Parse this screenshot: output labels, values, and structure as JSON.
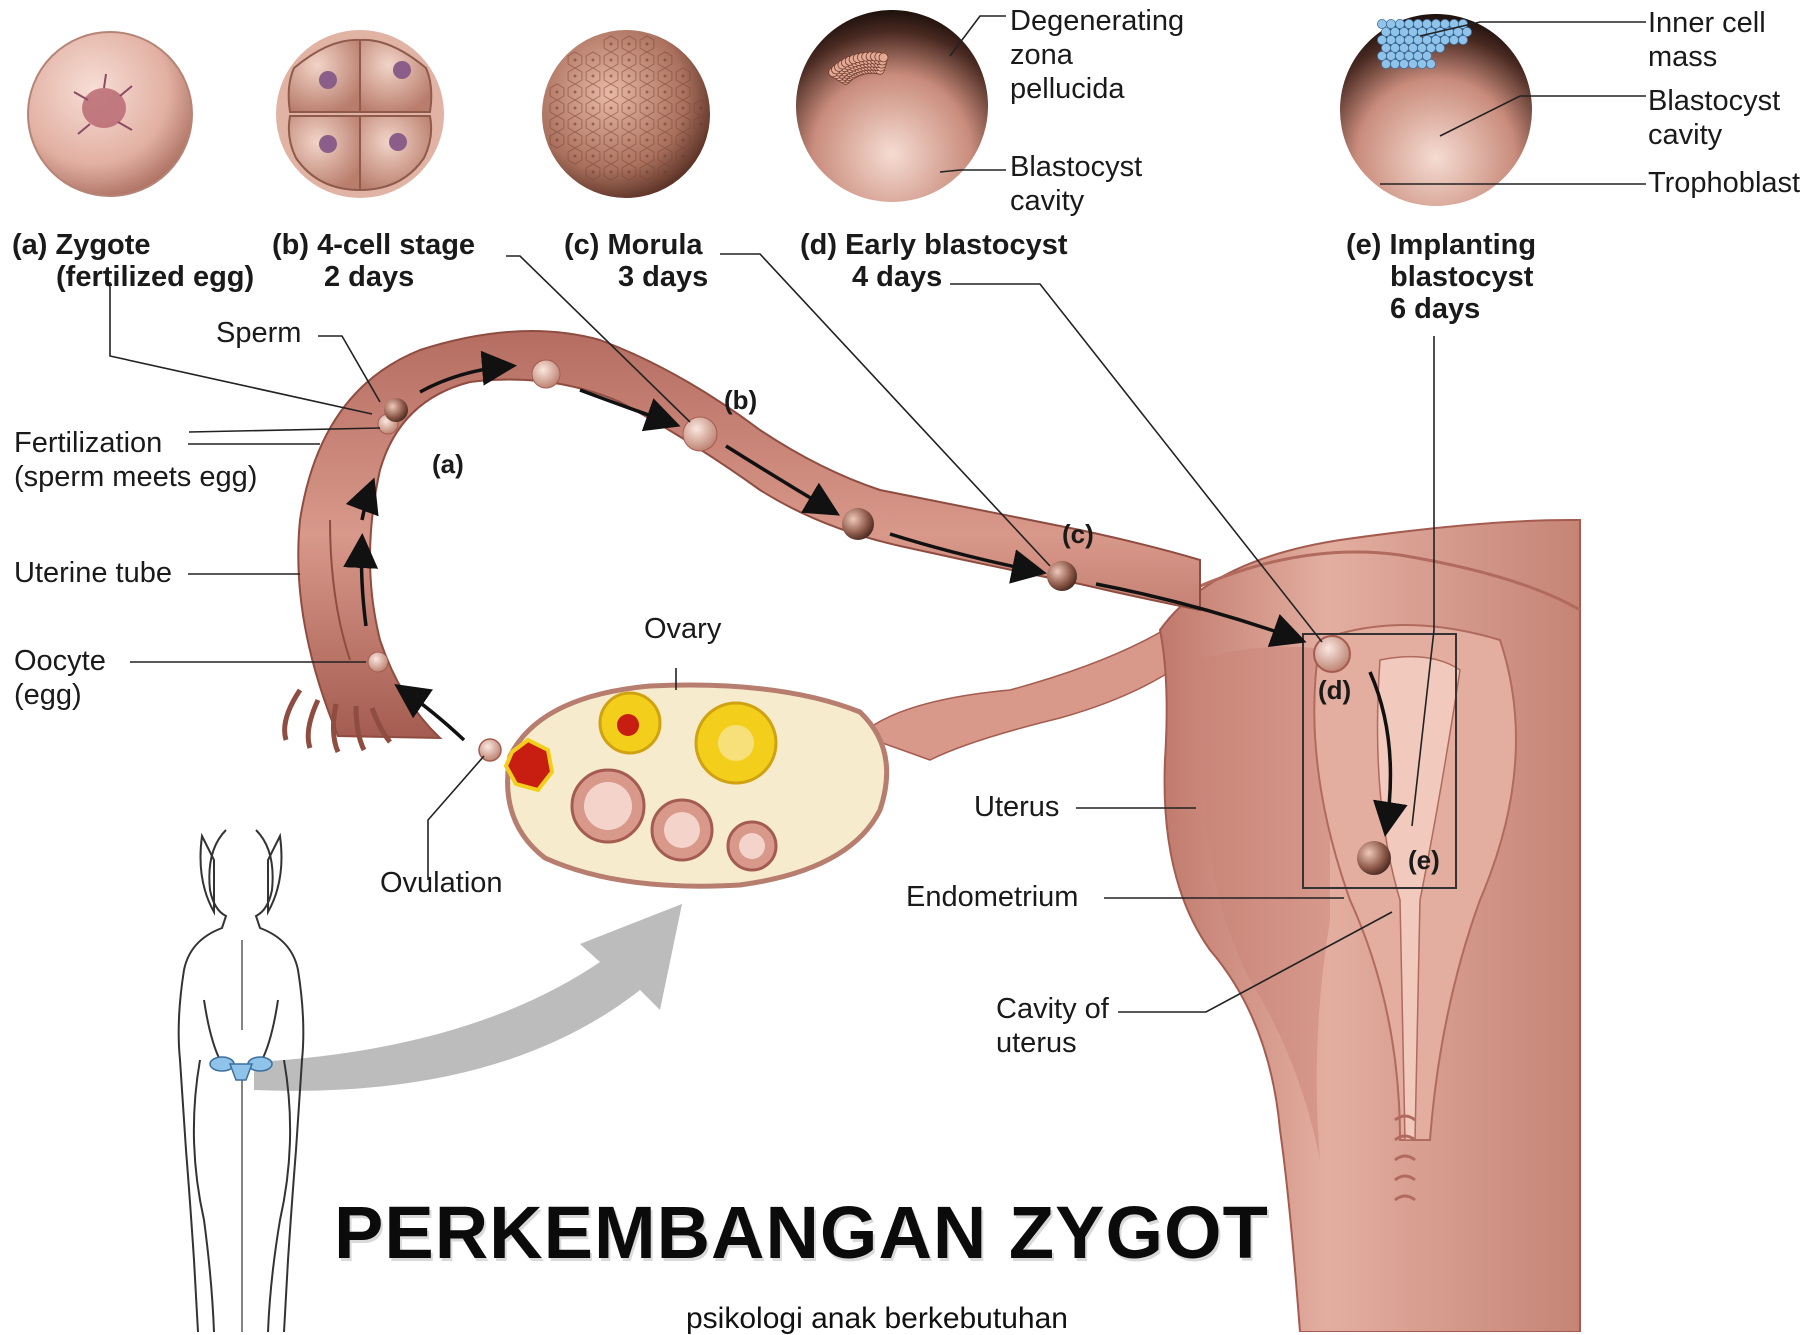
{
  "title": "PERKEMBANGAN ZYGOT",
  "subtitle": "psikologi anak berkebutuhan",
  "stages": [
    {
      "line1": "(a) Zygote",
      "line2": "(fertilized egg)"
    },
    {
      "line1": "(b) 4-cell stage",
      "line2": "2 days"
    },
    {
      "line1": "(c) Morula",
      "line2": "3 days"
    },
    {
      "line1": "(d) Early blastocyst",
      "line2": "4 days"
    },
    {
      "line1": "(e) Implanting",
      "line2": "blastocyst",
      "line3": "6 days"
    }
  ],
  "callouts": {
    "degenerating_zona": [
      "Degenerating",
      "zona",
      "pellucida"
    ],
    "blastocyst_cavity_d": [
      "Blastocyst",
      "cavity"
    ],
    "inner_cell_mass": [
      "Inner cell",
      "mass"
    ],
    "blastocyst_cavity_e": [
      "Blastocyst",
      "cavity"
    ],
    "trophoblast": "Trophoblast"
  },
  "anatomy": {
    "sperm": "Sperm",
    "fertilization": [
      "Fertilization",
      "(sperm meets egg)"
    ],
    "uterine_tube": "Uterine tube",
    "oocyte": [
      "Oocyte",
      "(egg)"
    ],
    "ovary": "Ovary",
    "ovulation": "Ovulation",
    "uterus": "Uterus",
    "endometrium": "Endometrium",
    "cavity_of_uterus": [
      "Cavity of",
      "uterus"
    ]
  },
  "path_tags": {
    "a": "(a)",
    "b": "(b)",
    "c": "(c)",
    "d": "(d)",
    "e": "(e)"
  },
  "colors": {
    "tissue": "#c98478",
    "tissue_light": "#e6b2a6",
    "tissue_dark": "#9c5448",
    "ovary_fill": "#f6eccd",
    "follicle_yellow": "#f3cf1c",
    "corpus_red": "#c81e12",
    "embryo": "#e7bcb1",
    "inner_cell_mass": "#8fc3ea",
    "leader": "#222222",
    "big_arrow": "#b8b8b8"
  }
}
